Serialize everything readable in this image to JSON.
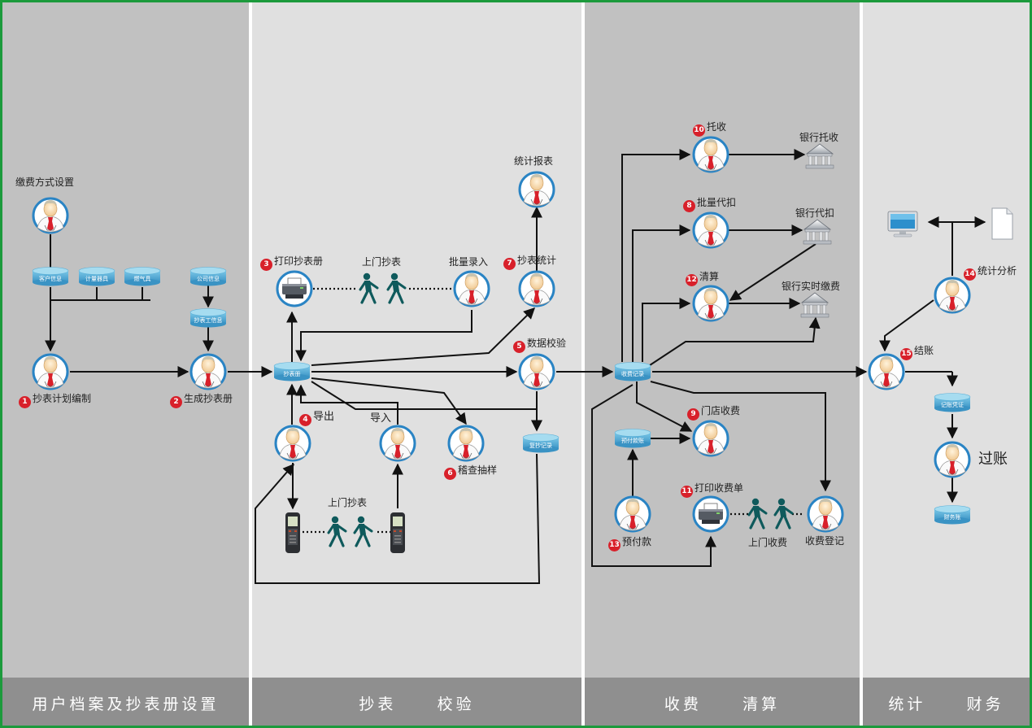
{
  "lanes": [
    {
      "label": "用户档案及抄表册设置",
      "bg": "#c1c1c1"
    },
    {
      "label": "抄表     校验",
      "bg": "#e0e0e0"
    },
    {
      "label": "收费     清算",
      "bg": "#c1c1c1"
    },
    {
      "label": "统计     财务",
      "bg": "#e0e0e0"
    }
  ],
  "steps": {
    "s1": {
      "num": "1",
      "label": "抄表计划编制"
    },
    "s2": {
      "num": "2",
      "label": "生成抄表册"
    },
    "s3": {
      "num": "3",
      "label": "打印抄表册"
    },
    "s4": {
      "num": "4",
      "label": "导出"
    },
    "s5": {
      "num": "5",
      "label": "数据校验"
    },
    "s6": {
      "num": "6",
      "label": "稽查抽样"
    },
    "s7": {
      "num": "7",
      "label": "抄表统计"
    },
    "s8": {
      "num": "8",
      "label": "批量代扣"
    },
    "s9": {
      "num": "9",
      "label": "门店收费"
    },
    "s10": {
      "num": "10",
      "label": "托收"
    },
    "s11": {
      "num": "11",
      "label": "打印收费单"
    },
    "s12": {
      "num": "12",
      "label": "清算"
    },
    "s13": {
      "num": "13",
      "label": "预付款"
    },
    "s14": {
      "num": "14",
      "label": "统计分析"
    },
    "s15": {
      "num": "15",
      "label": "结账"
    }
  },
  "labels": {
    "payment_setup": "缴费方式设置",
    "report": "统计报表",
    "door_read_1": "上门抄表",
    "door_read_2": "上门抄表",
    "batch_entry": "批量录入",
    "import": "导入",
    "bank_collect": "银行托收",
    "bank_debit": "银行代扣",
    "bank_realtime": "银行实时缴费",
    "door_collect": "上门收费",
    "charge_register": "收费登记",
    "posting": "过账"
  },
  "databases": {
    "customer": "客户信息",
    "meter": "计量器具",
    "gas_meter": "燃气具",
    "company": "公司信息",
    "reader": "抄表工信息",
    "reading_book": "抄表册",
    "recheck": "复抄记录",
    "charge_record": "收费记录",
    "prepay": "预付款账",
    "voucher": "记账凭证",
    "finance": "财务账"
  }
}
